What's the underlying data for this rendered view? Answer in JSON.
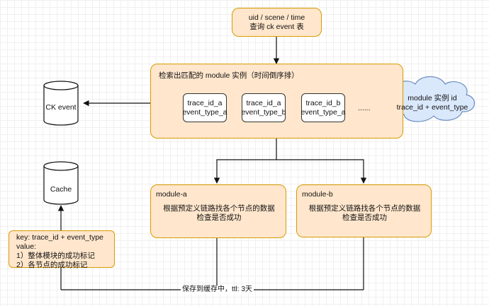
{
  "query_box": {
    "line1": "uid /  scene / time",
    "line2": "查询 ck event 表"
  },
  "instance_group": {
    "title": "检索出匹配的 module 实例（时间倒序排）",
    "items": [
      {
        "line1": "trace_id_a",
        "line2": "event_type_a"
      },
      {
        "line1": "trace_id_a",
        "line2": "event_type_b"
      },
      {
        "line1": "trace_id_b",
        "line2": "event_type_a"
      }
    ],
    "ellipsis": "......"
  },
  "cloud": {
    "line1": "module 实例 id",
    "line2": "trace_id + event_type"
  },
  "ck_event_db": {
    "label": "CK event"
  },
  "cache_db": {
    "label": "Cache"
  },
  "module_a": {
    "title": "module-a",
    "line1": "根据预定义链路找各个节点的数据",
    "line2": "检查是否成功"
  },
  "module_b": {
    "title": "module-b",
    "line1": "根据预定义链路找各个节点的数据",
    "line2": "检查是否成功"
  },
  "note": {
    "line1": "key: trace_id + event_type",
    "line2": "value:",
    "line3": "1）整体模块的成功标记",
    "line4": "2）各节点的成功标记"
  },
  "save_label": "保存到缓存中，ttl: 3天",
  "colors": {
    "fill": "#ffe6cc",
    "stroke": "#d79b00",
    "cloud_fill": "#dae8fc",
    "cloud_stroke": "#6c8ebf"
  }
}
